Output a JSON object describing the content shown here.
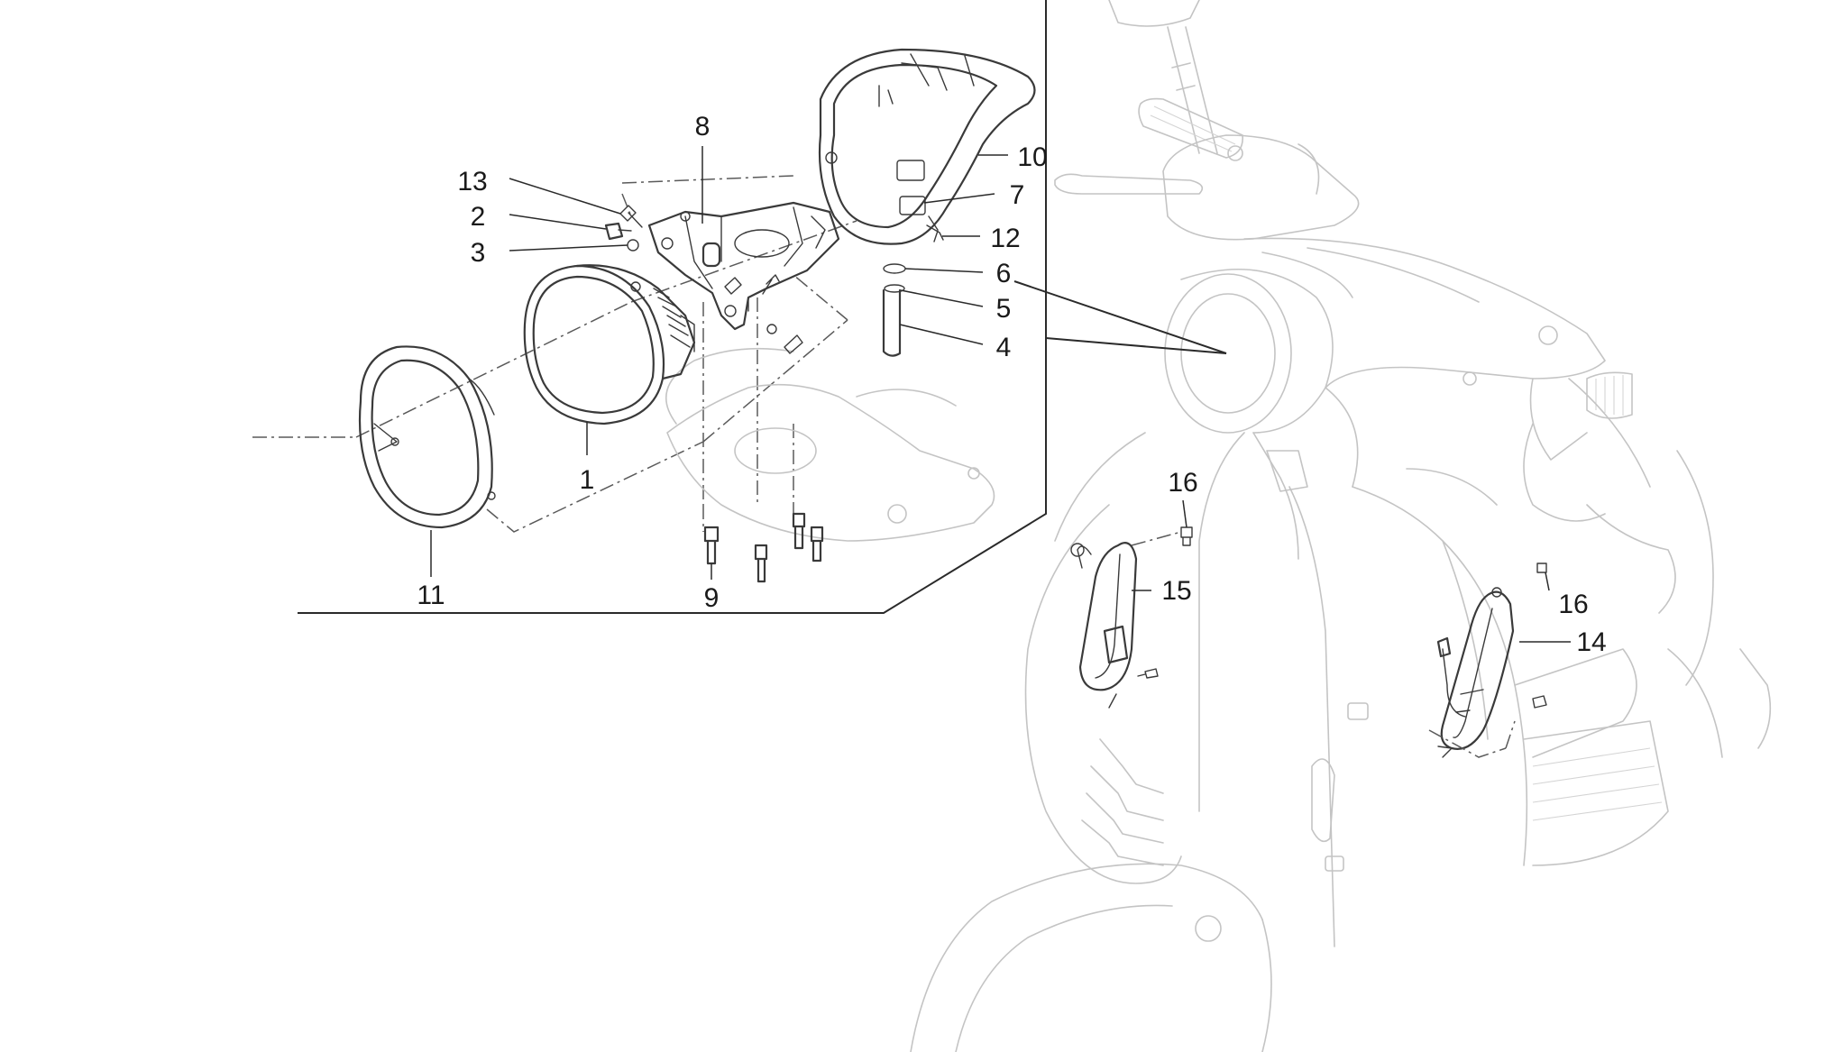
{
  "callouts": [
    {
      "id": "c1",
      "text": "1"
    },
    {
      "id": "c2",
      "text": "2"
    },
    {
      "id": "c3",
      "text": "3"
    },
    {
      "id": "c4",
      "text": "4"
    },
    {
      "id": "c5",
      "text": "5"
    },
    {
      "id": "c6",
      "text": "6"
    },
    {
      "id": "c7",
      "text": "7"
    },
    {
      "id": "c8",
      "text": "8"
    },
    {
      "id": "c9",
      "text": "9"
    },
    {
      "id": "c10",
      "text": "10"
    },
    {
      "id": "c11",
      "text": "11"
    },
    {
      "id": "c12",
      "text": "12"
    },
    {
      "id": "c13",
      "text": "13"
    },
    {
      "id": "c14",
      "text": "14"
    },
    {
      "id": "c15",
      "text": "15"
    },
    {
      "id": "c16a",
      "text": "16"
    },
    {
      "id": "c16b",
      "text": "16"
    }
  ],
  "colors": {
    "background": "#ffffff",
    "line": "#3a3a3a",
    "background_drawing": "#c4c4c4",
    "text": "#1a1a1a"
  }
}
